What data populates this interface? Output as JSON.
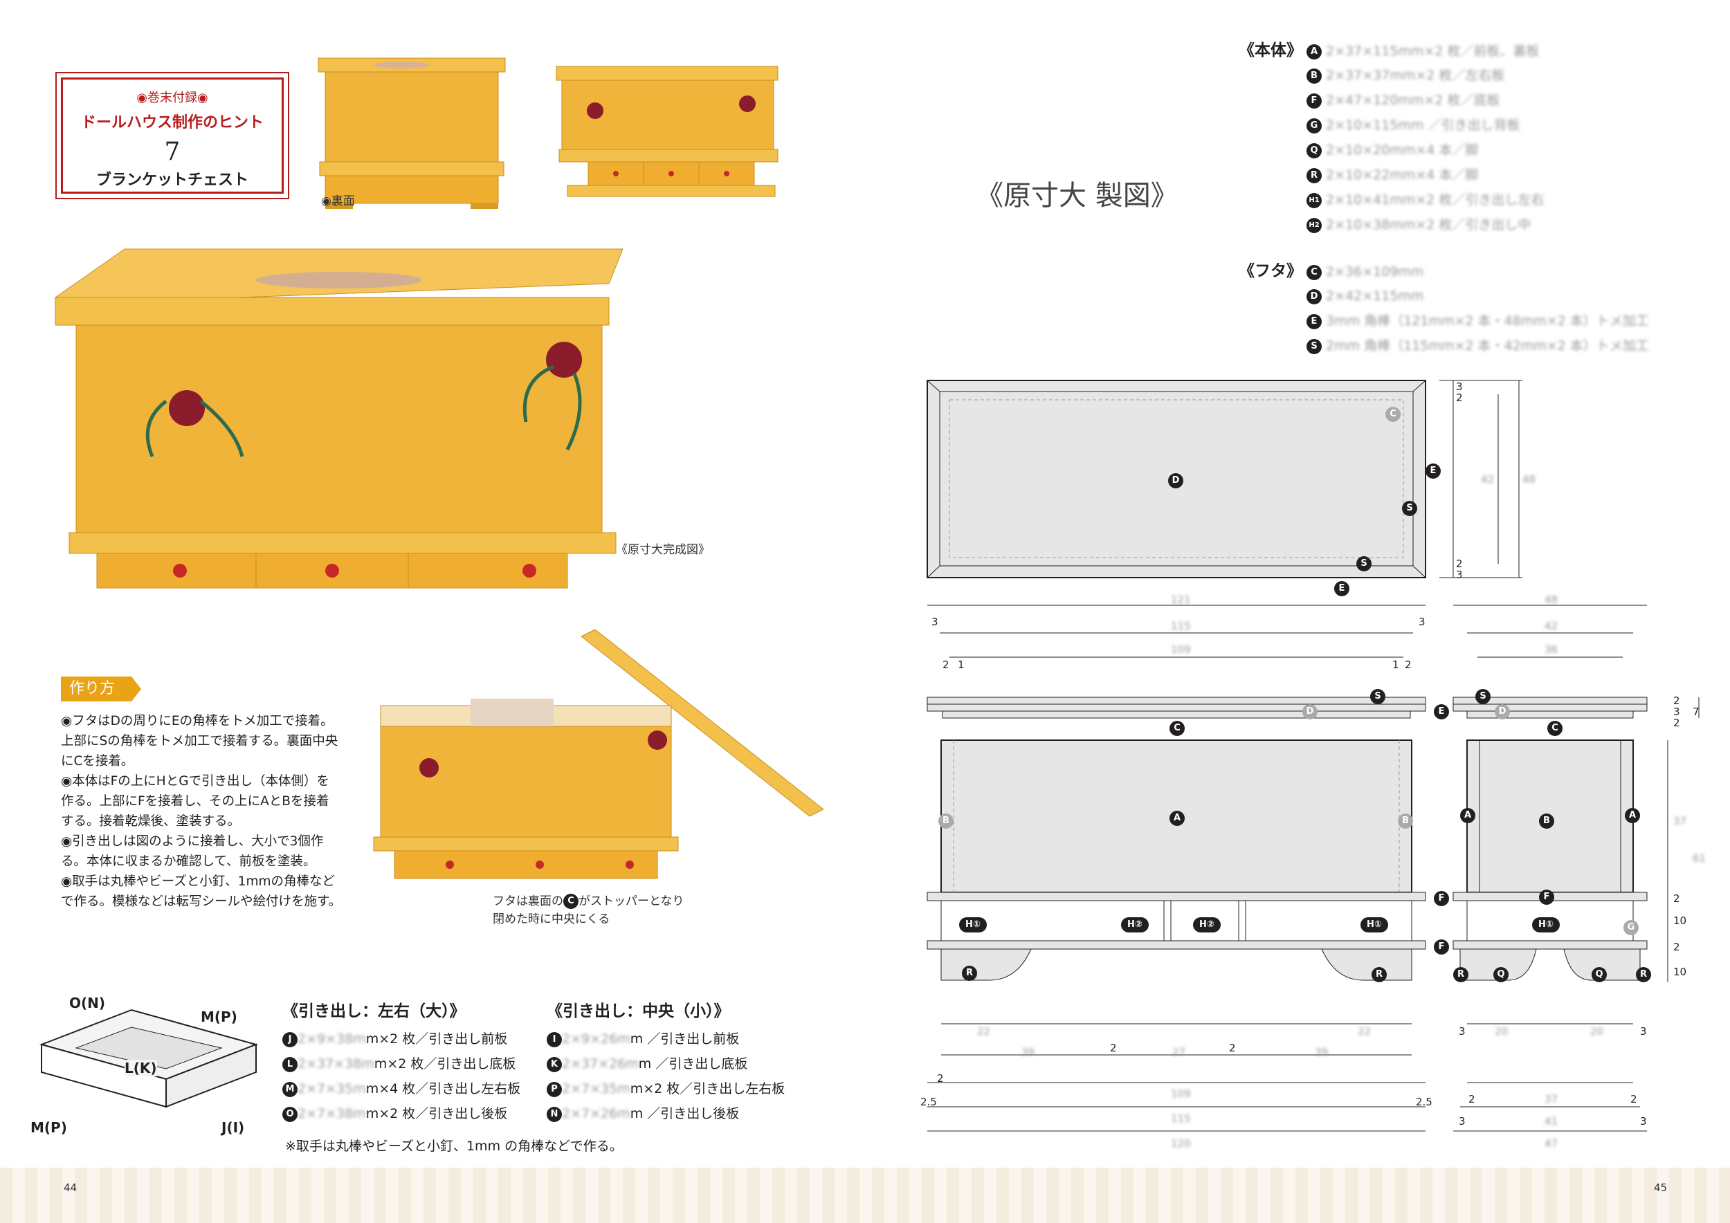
{
  "badge": {
    "line1": "◉巻末付録◉",
    "line2": "ドールハウス制作のヒント",
    "number": "7",
    "title": "ブランケットチェスト"
  },
  "photos": {
    "back_caption": "◉裏面",
    "complete_caption": "《原寸大完成図》",
    "open_caption_1": "フタは裏面の",
    "open_caption_key": "C",
    "open_caption_2": "がストッパーとなり",
    "open_caption_3": "閉めた時に中央にくる"
  },
  "howto": {
    "tag": "作り方",
    "lines": [
      "◉フタはDの周りにEの角棒をトメ加工で接着。",
      "上部にSの角棒をトメ加工で接着する。裏面中央",
      "にCを接着。",
      "◉本体はFの上にHとGで引き出し（本体側）を",
      "作る。上部にFを接着し、その上にAとBを接着",
      "する。接着乾燥後、塗装する。",
      "◉引き出しは図のように接着し、大小で3個作",
      "る。本体に収まるか確認して、前板を塗装。",
      "◉取手は丸棒やビーズと小釘、1mmの角棒など",
      "で作る。模様などは転写シールや絵付けを施す。"
    ]
  },
  "drawer_diagram": {
    "labels": [
      "O(N)",
      "M(P)",
      "L(K)",
      "M(P)",
      "J(I)"
    ]
  },
  "drawer_large": {
    "title": "《引き出し：左右（大）》",
    "rows": [
      {
        "key": "J",
        "blur": "2×9×38m",
        "text": "m×2 枚／引き出し前板"
      },
      {
        "key": "L",
        "blur": "2×37×38m",
        "text": "m×2 枚／引き出し底板"
      },
      {
        "key": "M",
        "blur": "2×7×35m",
        "text": "m×4 枚／引き出し左右板"
      },
      {
        "key": "O",
        "blur": "2×7×38m",
        "text": "m×2 枚／引き出し後板"
      }
    ]
  },
  "drawer_small": {
    "title": "《引き出し：中央（小）》",
    "rows": [
      {
        "key": "I",
        "blur": "2×9×26m",
        "text": "m ／引き出し前板"
      },
      {
        "key": "K",
        "blur": "2×37×26m",
        "text": "m ／引き出し底板"
      },
      {
        "key": "P",
        "blur": "2×7×35m",
        "text": "m×2 枚／引き出し左右板"
      },
      {
        "key": "N",
        "blur": "2×7×26m",
        "text": "m ／引き出し後板"
      }
    ]
  },
  "handle_note": "※取手は丸棒やビーズと小釘、1mm の角棒などで作る。",
  "page_left": "44",
  "page_right": "45",
  "drawing_title": "《原寸大 製図》",
  "body_parts": {
    "title": "《本体》",
    "rows": [
      {
        "key": "A",
        "text": "2×37×115mm×2 枚／前板、裏板"
      },
      {
        "key": "B",
        "text": "2×37×37mm×2 枚／左右板"
      },
      {
        "key": "F",
        "text": "2×47×120mm×2 枚／底板"
      },
      {
        "key": "G",
        "text": "2×10×115mm ／引き出し背板"
      },
      {
        "key": "Q",
        "text": "2×10×20mm×4 本／脚"
      },
      {
        "key": "R",
        "text": "2×10×22mm×4 本／脚"
      },
      {
        "key": "H1",
        "text": "2×10×41mm×2 枚／引き出し左右"
      },
      {
        "key": "H2",
        "text": "2×10×38mm×2 枚／引き出し中"
      }
    ]
  },
  "lid_parts": {
    "title": "《フタ》",
    "rows": [
      {
        "key": "C",
        "text": "2×36×109mm"
      },
      {
        "key": "D",
        "text": "2×42×115mm"
      },
      {
        "key": "E",
        "text": "3mm 角棒（121mm×2 本・48mm×2 本）トメ加工"
      },
      {
        "key": "S",
        "text": "2mm 角棒（115mm×2 本・42mm×2 本）トメ加工"
      }
    ]
  },
  "dims": {
    "top_w": [
      "121",
      "115",
      "109"
    ],
    "side_w": [
      "48",
      "42",
      "36"
    ],
    "edge": [
      "3",
      "3",
      "2",
      "1",
      "1",
      "2"
    ],
    "lid_h": [
      "2",
      "3",
      "2",
      "7"
    ],
    "body_h": [
      "37",
      "61",
      "2",
      "10",
      "2",
      "10"
    ],
    "bottom": [
      "22",
      "39",
      "27",
      "22",
      "39",
      "109",
      "115",
      "120",
      "2",
      "2",
      "2",
      "2.5",
      "2.5"
    ],
    "side_bottom": [
      "3",
      "20",
      "20",
      "3",
      "2",
      "37",
      "2",
      "3",
      "41",
      "3",
      "47"
    ],
    "lid_plan": [
      "3",
      "2",
      "42",
      "48",
      "2",
      "3"
    ]
  },
  "colors": {
    "accent_red": "#b71c1c",
    "tag_orange": "#e8a317",
    "chest_yellow": "#f0b43a",
    "drawing_gray": "#e6e6e6"
  }
}
